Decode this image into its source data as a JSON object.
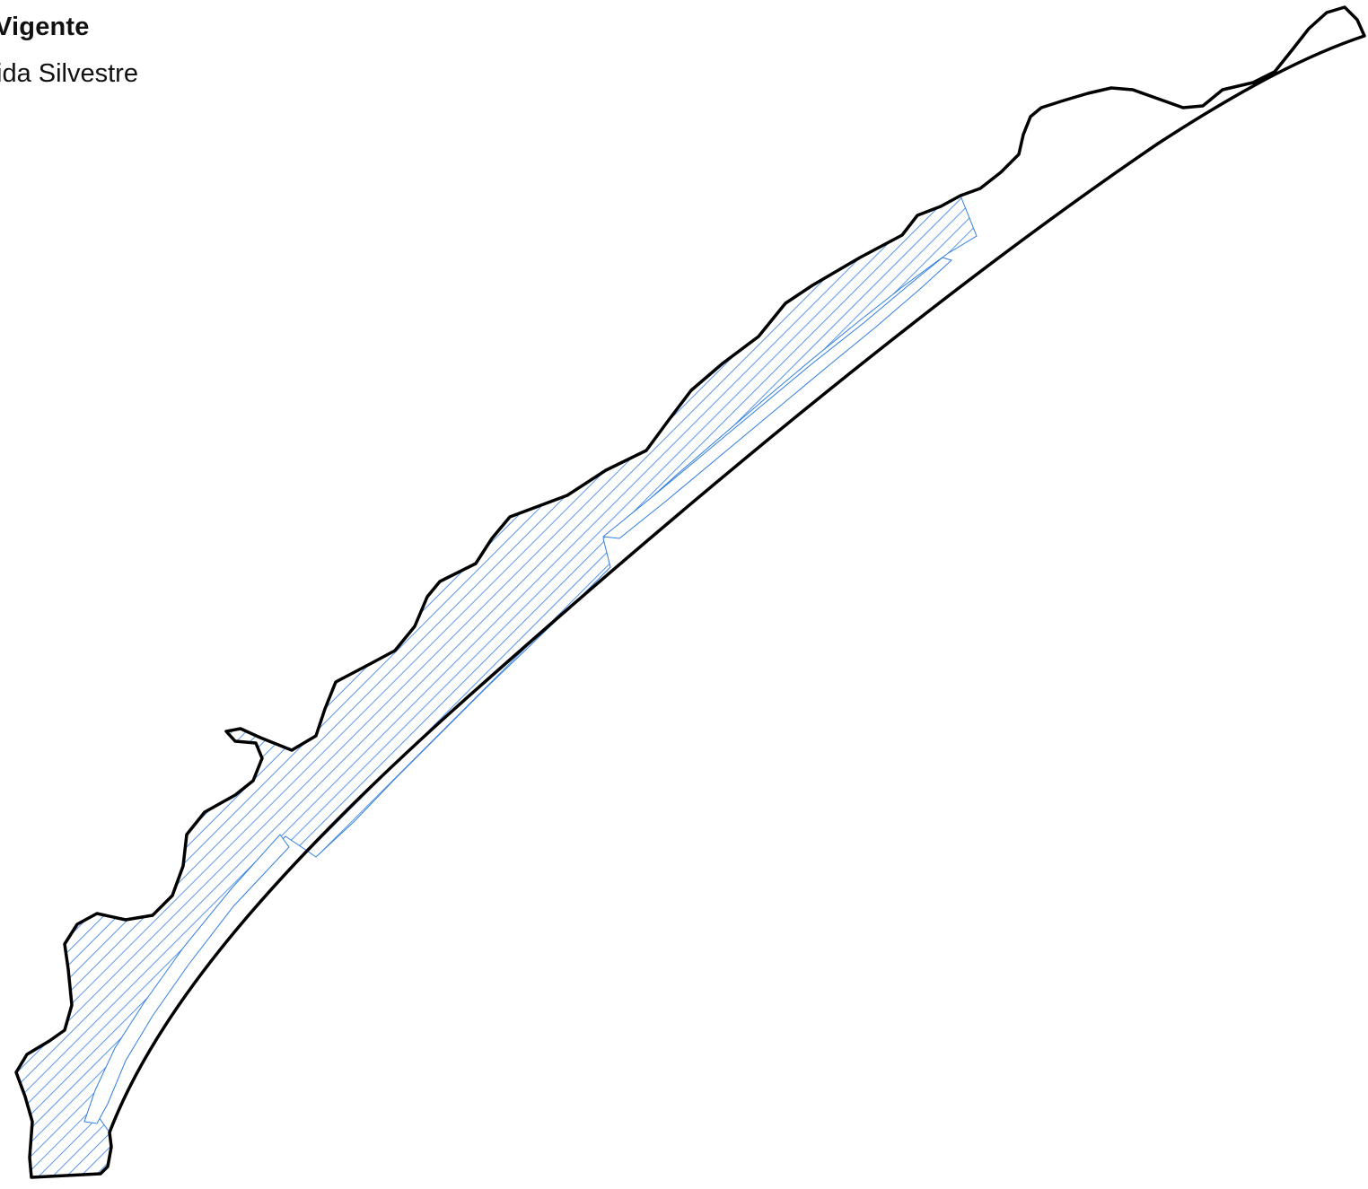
{
  "legend": {
    "title": "Vigente",
    "subtitle": "ida Silvestre"
  },
  "colors": {
    "outline": "#000000",
    "hatch": "#2f7de1",
    "background": "#ffffff"
  },
  "map_layers": [
    {
      "name": "land-outline",
      "style": "black outline, no fill"
    },
    {
      "name": "protected-zone",
      "style": "blue diagonal hatch"
    }
  ]
}
